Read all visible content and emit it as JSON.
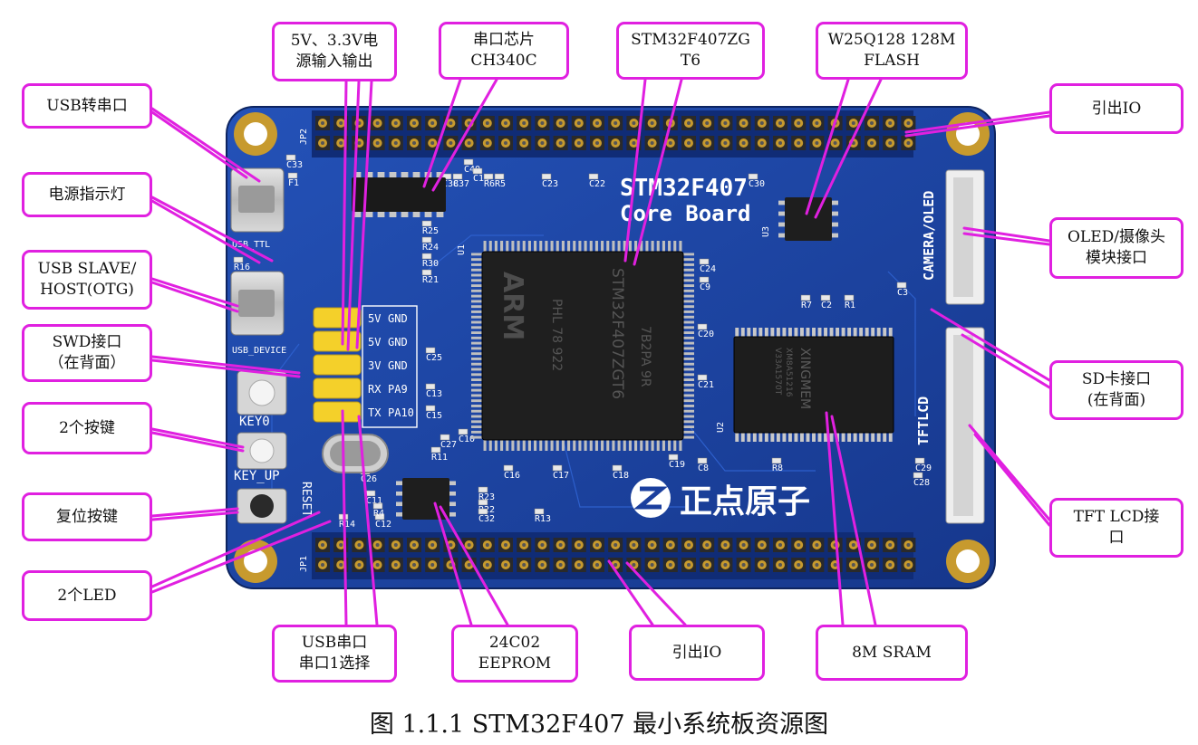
{
  "colors": {
    "board": "#1b3f9e",
    "board_dark": "#102c76",
    "callout_border": "#e020e0",
    "pin_header": "#2a2a2a",
    "gold": "#c79a2e",
    "jumper": "#f4d02a"
  },
  "board_text": {
    "title_line1": "STM32F407",
    "title_line2": "Core Board",
    "brand": "正点原子",
    "chip_logo": "ARM",
    "chip_marking": "STM32F407ZGT6",
    "chip_code": "7B2PA 9R",
    "chip_line3": "PHL 78 922",
    "sram_marking": "XINGMEM",
    "sram_code1": "XM8A51216",
    "sram_code2": "V33A1570T",
    "camera_label": "CAMERA/OLED",
    "tftlcd_label": "TFTLCD",
    "key0": "KEY0",
    "key_up": "KEY_UP",
    "reset": "RESET",
    "usb_device": "USB_DEVICE",
    "usb_ttl": "USB_TTL",
    "jp1": "JP1",
    "jp2": "JP2",
    "u1": "U1",
    "u2": "U2",
    "u3": "U3",
    "jumpers": [
      {
        "left": "5V",
        "right": "GND"
      },
      {
        "left": "5V",
        "right": "GND"
      },
      {
        "left": "3V",
        "right": "GND"
      },
      {
        "left": "RX",
        "right": "PA9"
      },
      {
        "left": "TX",
        "right": "PA10"
      }
    ],
    "silkscreen": [
      "R16",
      "C33",
      "F1",
      "C40",
      "C37",
      "C38",
      "C14",
      "R6",
      "R5",
      "C23",
      "C22",
      "C30",
      "C24",
      "C9",
      "C3",
      "R7",
      "C2",
      "R1",
      "C20",
      "C21",
      "C19",
      "C8",
      "R8",
      "C29",
      "C28",
      "C25",
      "C13",
      "C15",
      "C27",
      "C10",
      "R11",
      "C16",
      "C17",
      "C18",
      "R23",
      "R22",
      "C32",
      "R13",
      "C26",
      "C11",
      "C12",
      "R4",
      "R14",
      "R25",
      "R24",
      "R30",
      "R21"
    ]
  },
  "callouts": [
    {
      "id": "usb-serial",
      "text": "USB转串口"
    },
    {
      "id": "power-led",
      "text": "电源指示灯"
    },
    {
      "id": "usb-otg",
      "text": "USB SLAVE/\nHOST(OTG)"
    },
    {
      "id": "swd",
      "text": "SWD接口\n（在背面）"
    },
    {
      "id": "keys",
      "text": "2个按键"
    },
    {
      "id": "reset-key",
      "text": "复位按键"
    },
    {
      "id": "leds",
      "text": "2个LED"
    },
    {
      "id": "power-io",
      "text": "5V、3.3V电\n源输入输出"
    },
    {
      "id": "ch340",
      "text": "串口芯片\nCH340C"
    },
    {
      "id": "mcu",
      "text": "STM32F407ZG\nT6"
    },
    {
      "id": "flash",
      "text": "W25Q128 128M\nFLASH"
    },
    {
      "id": "io-top",
      "text": "引出IO"
    },
    {
      "id": "oled",
      "text": "OLED/摄像头\n模块接口"
    },
    {
      "id": "sd",
      "text": "SD卡接口\n(在背面)"
    },
    {
      "id": "tft",
      "text": "TFT LCD接\n口"
    },
    {
      "id": "usb-uart-sel",
      "text": "USB串口\n串口1选择"
    },
    {
      "id": "eeprom",
      "text": "24C02\nEEPROM"
    },
    {
      "id": "io-bottom",
      "text": "引出IO"
    },
    {
      "id": "sram",
      "text": "8M SRAM"
    }
  ],
  "caption": "图  1.1.1 STM32F407 最小系统板资源图"
}
